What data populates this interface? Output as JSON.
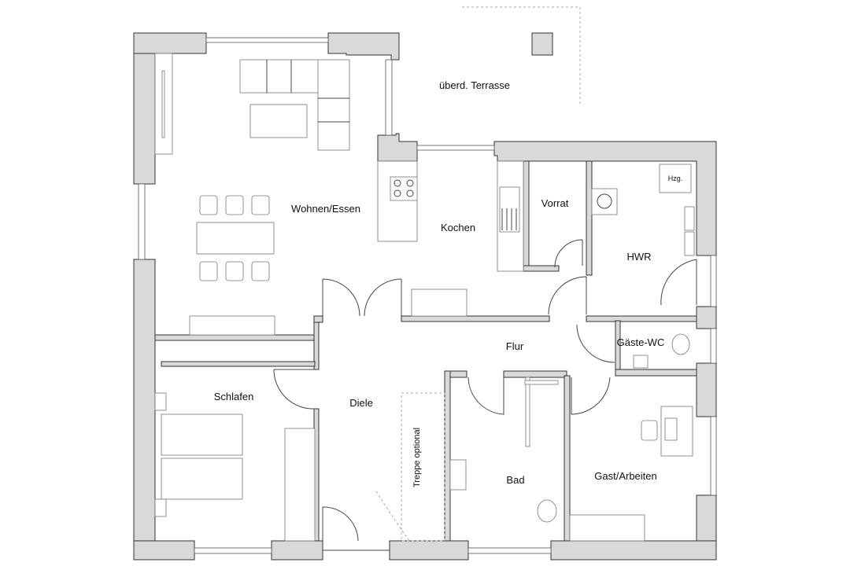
{
  "plan": {
    "rooms": {
      "terrace": "überd. Terrasse",
      "living": "Wohnen/Essen",
      "kitchen": "Kochen",
      "pantry": "Vorrat",
      "utility": "HWR",
      "heating": "Hzg.",
      "hall": "Flur",
      "guest_wc": "Gäste-WC",
      "bedroom": "Schlafen",
      "foyer": "Diele",
      "stairs": "Treppe optional",
      "bath": "Bad",
      "guest_office": "Gast/Arbeiten"
    },
    "colors": {
      "wall": "#d9d9d9",
      "line": "#444444"
    }
  }
}
